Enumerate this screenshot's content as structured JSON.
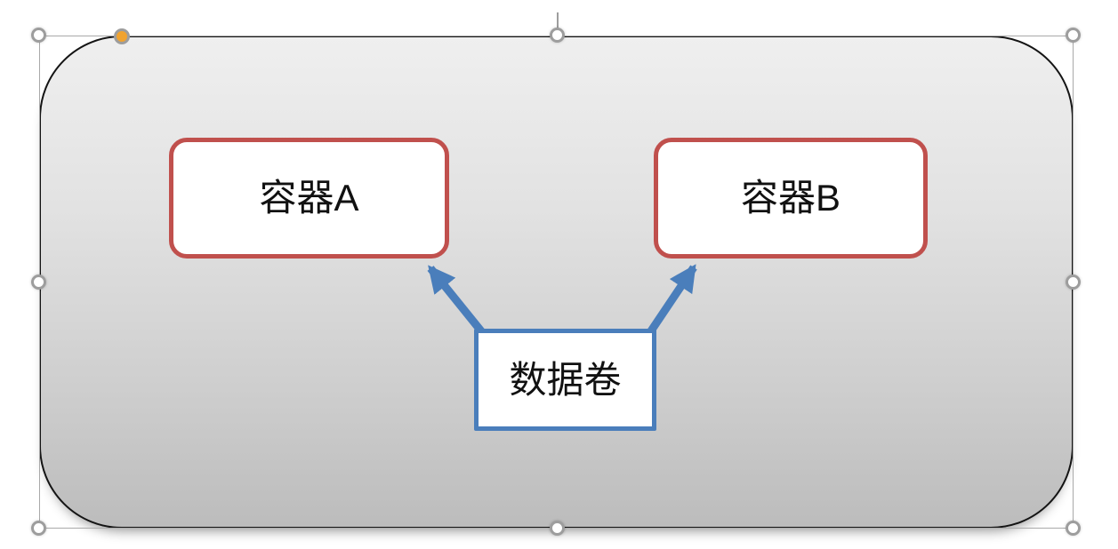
{
  "slide": {
    "background_color": "#ffffff",
    "outer_shape": {
      "type": "rounded-rectangle",
      "fill_top": "#efefef",
      "fill_bottom": "#bcbcbc",
      "border_color": "#141414",
      "selected": true
    },
    "selection": {
      "handle_fill": "#ffffff",
      "handle_ring": "#9d9d9d",
      "adjustment_handle_fill": "#f0a330",
      "outline_color": "#a9a9a9"
    },
    "nodes": [
      {
        "id": "container-a",
        "label": "容器A",
        "border_color": "#c0504d",
        "fill": "#ffffff",
        "text_color": "#111111"
      },
      {
        "id": "container-b",
        "label": "容器B",
        "border_color": "#c0504d",
        "fill": "#ffffff",
        "text_color": "#111111"
      },
      {
        "id": "data-volume",
        "label": "数据卷",
        "border_color": "#4a7ebb",
        "fill": "#ffffff",
        "text_color": "#111111"
      }
    ],
    "arrows": [
      {
        "id": "arrow-volume-to-container-a",
        "from": "data-volume",
        "to": "container-a",
        "color": "#4a7ebb"
      },
      {
        "id": "arrow-volume-to-container-b",
        "from": "data-volume",
        "to": "container-b",
        "color": "#4a7ebb"
      }
    ]
  }
}
